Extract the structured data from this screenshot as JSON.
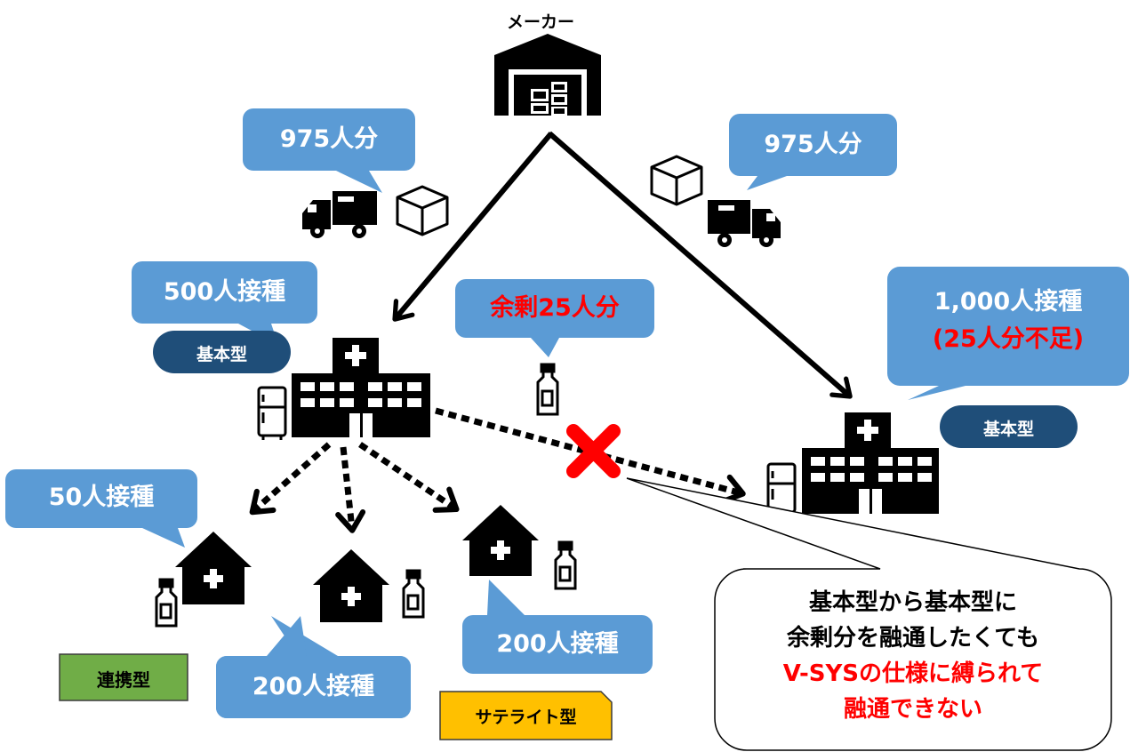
{
  "maker": {
    "label": "メーカー"
  },
  "shipments": {
    "left_amount": "975人分",
    "right_amount": "975人分"
  },
  "hospital_left": {
    "vaccination": "500人接種",
    "type_badge": "基本型",
    "surplus": "余剰25人分"
  },
  "hospital_right": {
    "vaccination": "1,000人接種",
    "shortage": "(25人分不足)",
    "type_badge": "基本型"
  },
  "satellites": {
    "clinic_1_vaccination": "50人接種",
    "clinic_2_vaccination": "200人接種",
    "clinic_3_vaccination": "200人接種",
    "label_renkei": "連携型",
    "label_satellite": "サテライト型"
  },
  "callout": {
    "line1": "基本型から基本型に",
    "line2": "余剰分を融通したくても",
    "line3": "V-SYSの仕様に縛られて",
    "line4": "融通できない"
  },
  "colors": {
    "bubble": "#5b9bd5",
    "badge": "#1f4e79",
    "alert": "#ff0000",
    "renkei": "#70ad47",
    "satellite": "#ffc000"
  }
}
